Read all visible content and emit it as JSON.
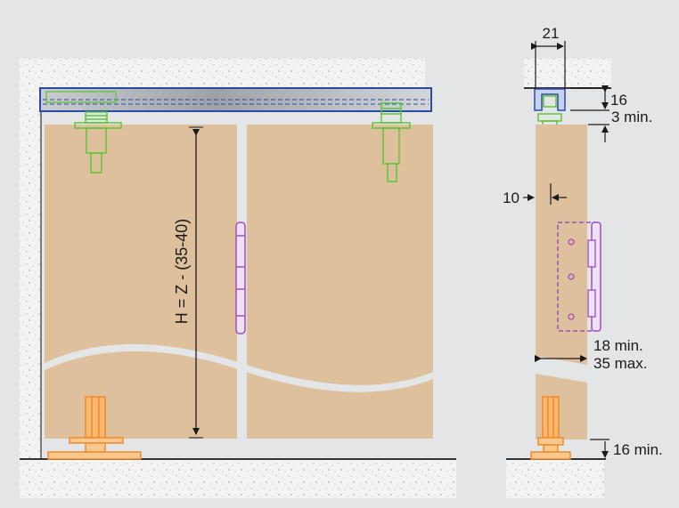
{
  "labels": {
    "height_formula": "H = Z - (35-40)",
    "rail_width": "21",
    "rail_height": "16",
    "top_gap": "3 min.",
    "inset": "10",
    "door_gap_min": "18 min.",
    "door_gap_max": "35 max.",
    "floor_gap": "16 min."
  },
  "colors": {
    "background": "#e4e5e7",
    "concrete": "#f3f3f3",
    "wood": "#dfc09d",
    "rail_outline": "#2a4aa8",
    "rail_fill": "#b9bcc0",
    "top_hanger": "#5ec43a",
    "bottom_guide": "#f08a2a",
    "hinge": "#9b4fc0",
    "dimension": "#1a1a1a"
  },
  "icons": {
    "top_hanger": "hanger-bolt-icon",
    "bottom_guide": "floor-guide-icon",
    "hinge": "hinge-icon"
  }
}
